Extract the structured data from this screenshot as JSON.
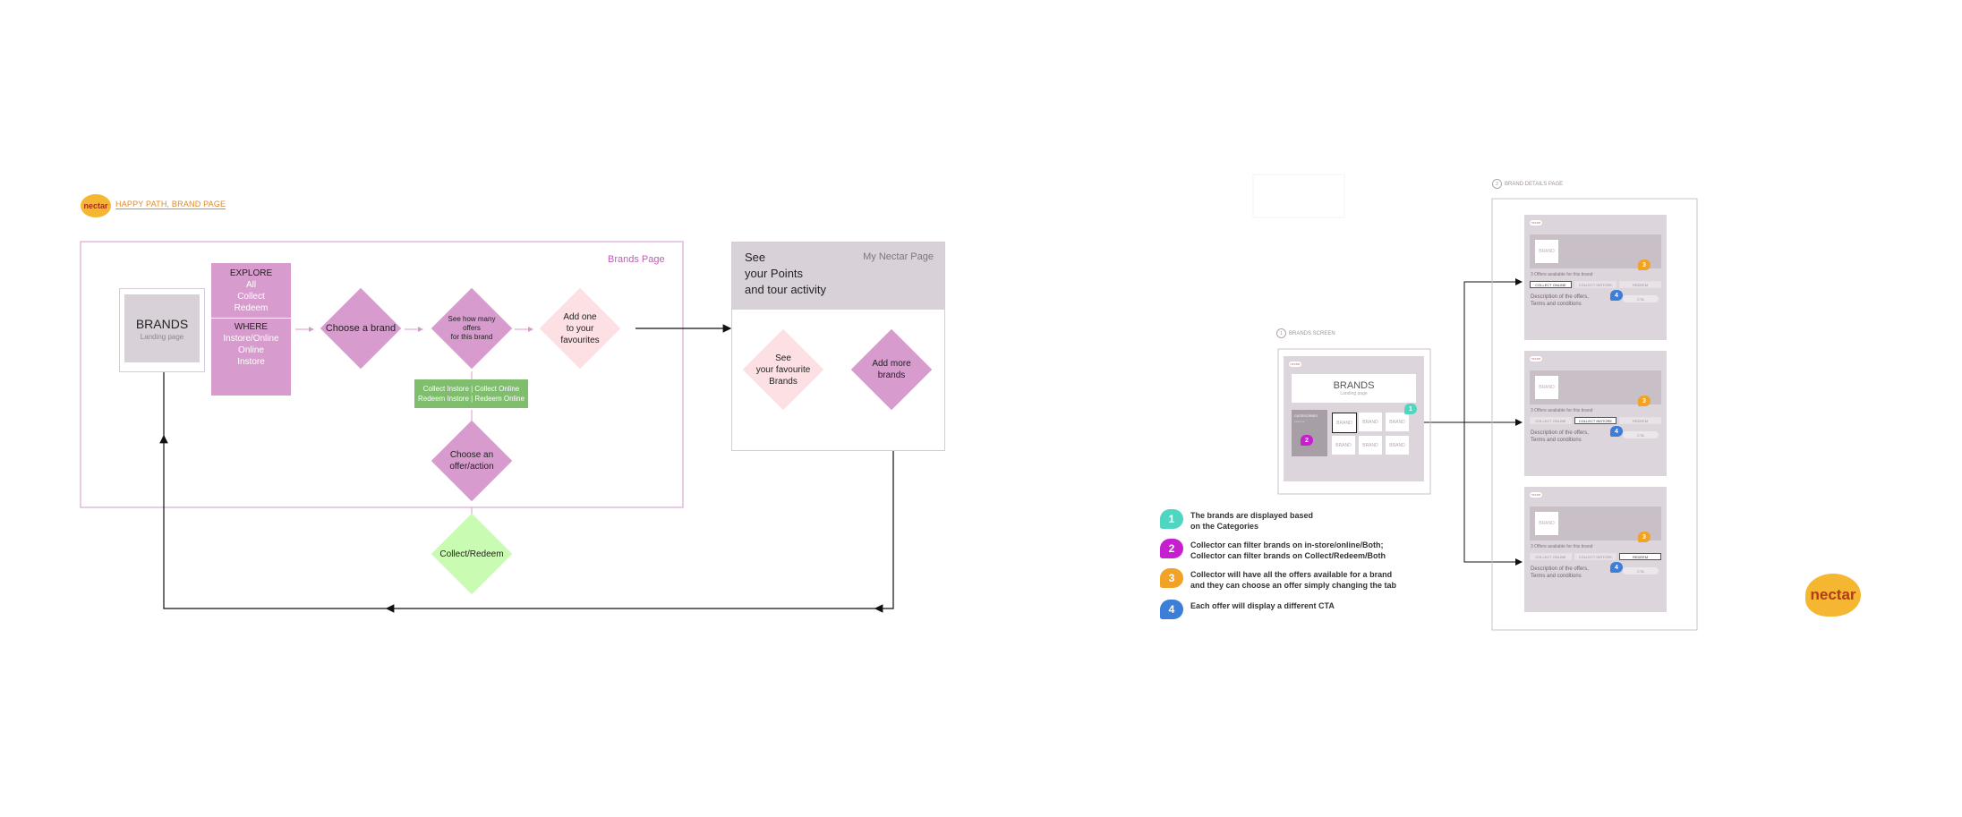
{
  "header": {
    "logo_text": "nectar",
    "title": "HAPPY PATH, BRAND PAGE"
  },
  "flow": {
    "brands_page_label": "Brands Page",
    "brands_box": {
      "title": "BRANDS",
      "subtitle": "Landing page"
    },
    "explore": {
      "title": "EXPLORE",
      "items": [
        "All",
        "Collect",
        "Redeem"
      ]
    },
    "where": {
      "title": "WHERE",
      "items": [
        "Instore/Online",
        "Online",
        "Instore"
      ]
    },
    "choose_brand": "Choose a brand",
    "see_offers": [
      "See how many",
      "offers",
      "for this brand"
    ],
    "add_favourites": [
      "Add one",
      "to your",
      "favourites"
    ],
    "collect_options": [
      "Collect Instore | Collect Online",
      "Redeem Instore | Redeem Online"
    ],
    "choose_offer": [
      "Choose an",
      "offer/action"
    ],
    "collect_redeem": "Collect/Redeem",
    "my_nectar": {
      "label": "My Nectar Page",
      "heading": [
        "See",
        "your Points",
        "and tour activity"
      ],
      "see_favourite": [
        "See",
        "your favourite",
        "Brands"
      ],
      "add_more": [
        "Add more",
        "brands"
      ]
    }
  },
  "wireframes": {
    "brands_screen": {
      "step": "1",
      "label": "BRANDS SCREEN",
      "logo": "nectar",
      "title": "BRANDS",
      "subtitle": "Landing page",
      "categories_label": "CATEGORIES",
      "categories_sub": "Lorem ip",
      "tile_label": "BRAND"
    },
    "brand_details": {
      "step": "2",
      "label": "BRAND DETAILS PAGE",
      "cards": [
        {
          "brand": "BRAND",
          "offers": "3 Offers available for this brand",
          "tabs": [
            "COLLECT ONLINE",
            "COLLECT INSTORE",
            "REDEEM"
          ],
          "active": 0,
          "description": "Description of the offers,",
          "terms": "Terms and conditions",
          "cta": "CTA"
        },
        {
          "brand": "BRAND",
          "offers": "3 Offers available for this brand",
          "tabs": [
            "COLLECT ONLINE",
            "COLLECT INSTORE",
            "REDEEM"
          ],
          "active": 1,
          "description": "Description of the offers,",
          "terms": "Terms and conditions",
          "cta": "CTA"
        },
        {
          "brand": "BRAND",
          "offers": "3 Offers available for this brand",
          "tabs": [
            "COLLECT ONLINE",
            "COLLECT INSTORE",
            "REDEEM"
          ],
          "active": 2,
          "description": "Description of the offers,",
          "terms": "Terms and conditions",
          "cta": "CTA"
        }
      ]
    }
  },
  "legend": [
    {
      "num": "1",
      "color": "#4fd6c0",
      "lines": [
        "The brands are displayed based",
        "on the Categories"
      ]
    },
    {
      "num": "2",
      "color": "#c51fcf",
      "lines": [
        "Collector can filter brands on in-store/online/Both;",
        "Collector can filter brands on Collect/Redeem/Both"
      ]
    },
    {
      "num": "3",
      "color": "#f0a326",
      "lines": [
        "Collector will have all the offers available for a brand",
        "and they can choose an offer simply changing the tab"
      ]
    },
    {
      "num": "4",
      "color": "#3d7fd8",
      "lines": [
        "Each offer will display a different CTA"
      ]
    }
  ],
  "footer_logo": "nectar",
  "colors": {
    "pink": "#d79bce",
    "light_pink": "#fde0e3",
    "green_box": "#7fbe6c",
    "green_diamond": "#c9fbb3",
    "grey_panel": "#d9d1d8",
    "orange": "#f0a326"
  }
}
